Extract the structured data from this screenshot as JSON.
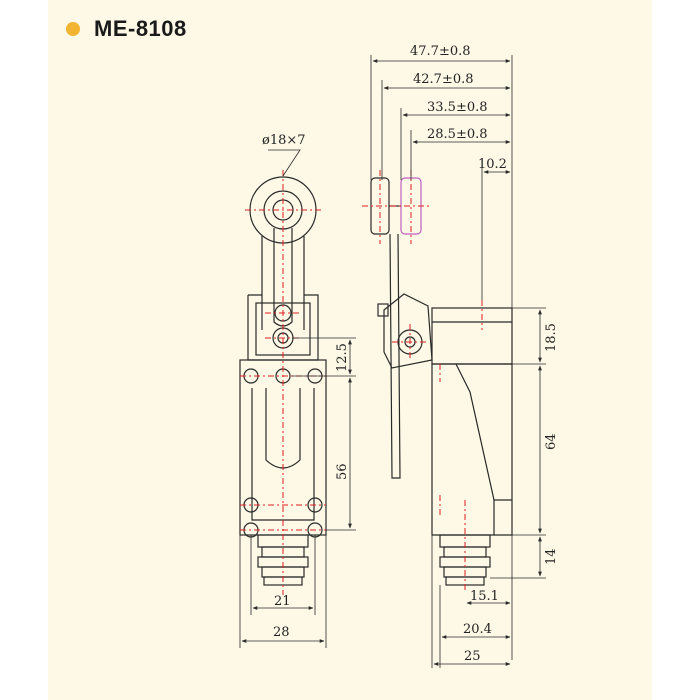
{
  "header": {
    "model": "ME-8108",
    "bullet_color": "#f2b431"
  },
  "colors": {
    "background": "#fdf9e6",
    "outline": "#2a2a2a",
    "centerline": "#e02020",
    "highlight": "#c060c0"
  },
  "dimensions": {
    "roller": "ø18×7",
    "d_47_7": "47.7±0.8",
    "d_42_7": "42.7±0.8",
    "d_33_5": "33.5±0.8",
    "d_28_5": "28.5±0.8",
    "d_10_2": "10.2",
    "d_18_5": "18.5",
    "d_64": "64",
    "d_14": "14",
    "d_12_5": "12.5",
    "d_56": "56",
    "d_21": "21",
    "d_28": "28",
    "d_15_1": "15.1",
    "d_20_4": "20.4",
    "d_25": "25"
  }
}
